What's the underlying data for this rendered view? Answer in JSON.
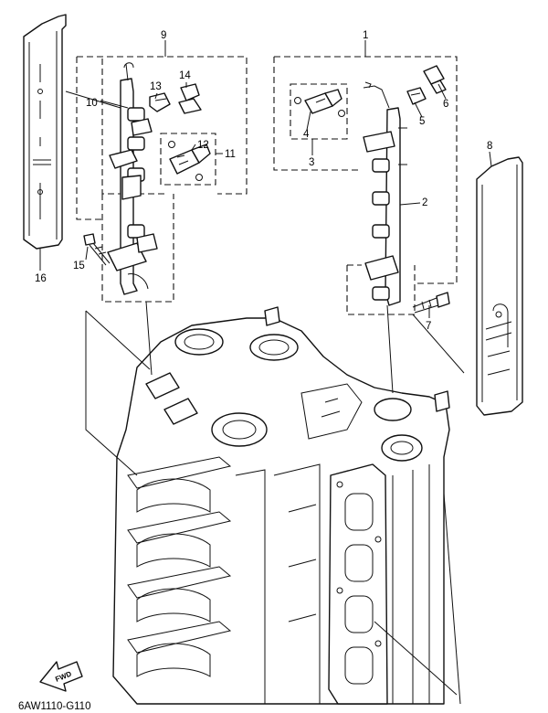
{
  "diagram": {
    "callouts": [
      {
        "id": "c1",
        "text": "1"
      },
      {
        "id": "c2",
        "text": "2"
      },
      {
        "id": "c3",
        "text": "3"
      },
      {
        "id": "c4",
        "text": "4"
      },
      {
        "id": "c5",
        "text": "5"
      },
      {
        "id": "c6",
        "text": "6"
      },
      {
        "id": "c7",
        "text": "7"
      },
      {
        "id": "c8",
        "text": "8"
      },
      {
        "id": "c9",
        "text": "9"
      },
      {
        "id": "c10",
        "text": "10"
      },
      {
        "id": "c11",
        "text": "11"
      },
      {
        "id": "c12",
        "text": "12"
      },
      {
        "id": "c13",
        "text": "13"
      },
      {
        "id": "c14",
        "text": "14"
      },
      {
        "id": "c15",
        "text": "15"
      },
      {
        "id": "c16",
        "text": "16"
      }
    ],
    "direction_arrow_label": "FWD",
    "drawing_code": "6AW1110-G110"
  }
}
